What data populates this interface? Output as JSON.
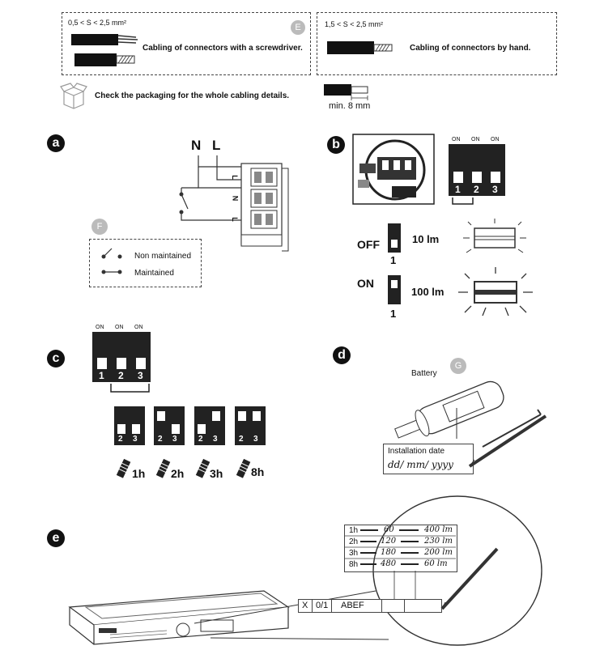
{
  "section_top": {
    "screwdriver": {
      "range": "0,5 < S < 2,5 mm²",
      "caption": "Cabling of connectors with a screwdriver.",
      "badge": "E"
    },
    "hand": {
      "range": "1,5 < S < 2,5 mm²",
      "caption": "Cabling of connectors by hand."
    },
    "packaging_note": "Check the packaging for the whole cabling details.",
    "strip_length": "min. 8 mm"
  },
  "section_a": {
    "badge": "a",
    "label_n": "N",
    "label_l": "L",
    "terminal_l": "L",
    "terminal_n": "N",
    "terminal_l2": "L",
    "legend_badge": "F",
    "legend_non_maintained": "Non maintained",
    "legend_maintained": "Maintained"
  },
  "section_b": {
    "badge": "b",
    "on_labels": [
      "ON",
      "ON",
      "ON"
    ],
    "switch_numbers": [
      "1",
      "2",
      "3"
    ],
    "off_label": "OFF",
    "off_value": "10 lm",
    "on_label": "ON",
    "on_value": "100 lm",
    "dip_index": "1"
  },
  "section_c": {
    "badge": "c",
    "on_labels": [
      "ON",
      "ON",
      "ON"
    ],
    "switch_numbers": [
      "1",
      "2",
      "3"
    ],
    "pair_numbers": [
      "2",
      "3"
    ],
    "durations": [
      "1h",
      "2h",
      "3h",
      "8h"
    ]
  },
  "section_d": {
    "badge": "d",
    "battery_label": "Battery",
    "battery_badge": "G",
    "install_label": "Installation date",
    "date_placeholder": "dd/ mm/ yyyy"
  },
  "section_e": {
    "badge": "e",
    "table_rows": [
      {
        "dur": "1h",
        "from": "60",
        "to": "400 lm"
      },
      {
        "dur": "2h",
        "from": "120",
        "to": "230 lm"
      },
      {
        "dur": "3h",
        "from": "180",
        "to": "200 lm"
      },
      {
        "dur": "8h",
        "from": "480",
        "to": "60 lm"
      }
    ],
    "label_cells": [
      "X",
      "0/1",
      "ABEF"
    ]
  }
}
